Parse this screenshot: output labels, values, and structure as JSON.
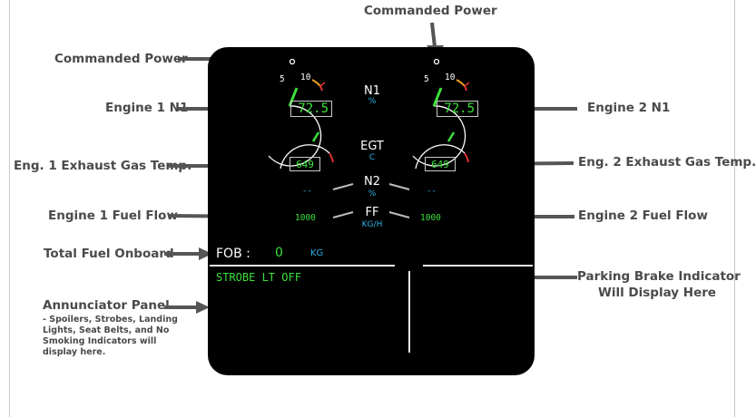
{
  "callouts": {
    "commanded_power_top": "Commanded Power",
    "commanded_power_left": "Commanded Power",
    "engine1_n1": "Engine 1 N1",
    "engine2_n1": "Engine 2 N1",
    "eng1_egt": "Eng. 1 Exhaust Gas Temp.",
    "eng2_egt": "Eng. 2 Exhaust Gas Temp.",
    "engine1_ff": "Engine 1 Fuel Flow",
    "engine2_ff": "Engine 2 Fuel Flow",
    "total_fuel": "Total Fuel Onboard",
    "parking_brake_line1": "Parking Brake Indicator",
    "parking_brake_line2": "Will Display Here",
    "annunciator_title": "Annunciator Panel",
    "annunciator_desc": "- Spoilers, Strobes, Landing Lights, Seat Belts, and No Smoking Indicators will display here."
  },
  "display": {
    "n1_label": "N1",
    "n1_unit": "%",
    "egt_label": "EGT",
    "egt_unit": "C",
    "n2_label": "N2",
    "n2_unit": "%",
    "ff_label": "FF",
    "ff_unit": "KG/H",
    "scale_5": "5",
    "scale_10": "10",
    "engine1": {
      "n1": "72.5",
      "egt": "649",
      "n2": "--",
      "ff": "1000"
    },
    "engine2": {
      "n1": "72.5",
      "egt": "649",
      "n2": "--",
      "ff": "1000"
    },
    "fob_label": "FOB :",
    "fob_value": "0",
    "fob_unit": "KG",
    "annunciator_text": "STROBE LT OFF"
  },
  "colors": {
    "background": "#000000",
    "value_green": "#3ce03c",
    "unit_cyan": "#2ab2e6",
    "redline": "#e03030",
    "amber": "#f0a020",
    "callout_text": "#4a4a4a",
    "arrow": "#555555"
  },
  "icons": [
    "arrow-icon",
    "commanded-power-marker-icon"
  ]
}
